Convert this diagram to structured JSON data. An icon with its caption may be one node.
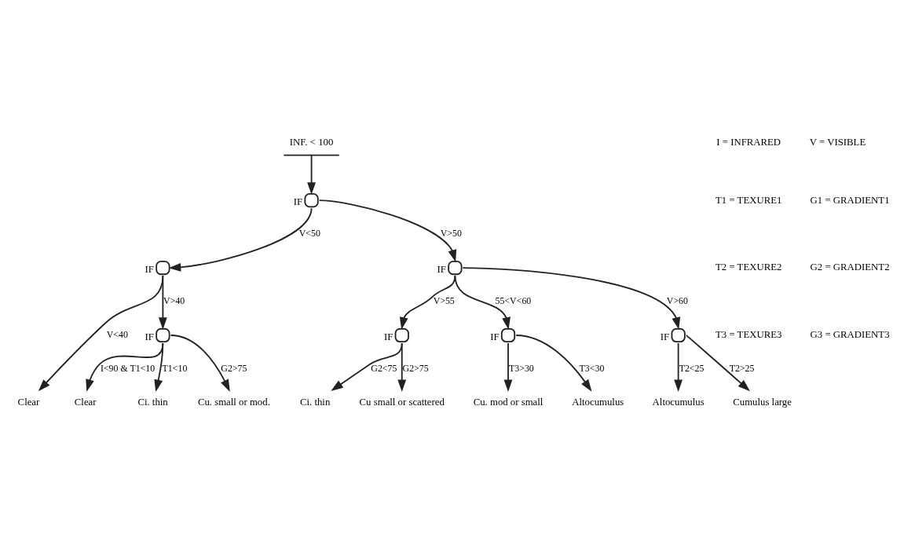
{
  "diagram": {
    "nodes": [
      {
        "text": [
          "INF. < 100"
        ]
      },
      {
        "text": [],
        "shape": "circle",
        "beside": [
          "IF"
        ]
      },
      {
        "text": [],
        "shape": "circle",
        "beside": [
          "IF"
        ]
      },
      {
        "text": [],
        "shape": "circle",
        "beside": [
          "IF"
        ]
      },
      {
        "text": [],
        "shape": "circle",
        "beside": [
          "IF"
        ]
      },
      {
        "text": [],
        "shape": "circle",
        "beside": [
          "IF"
        ]
      },
      {
        "text": [],
        "shape": "circle",
        "beside": [
          "IF"
        ]
      },
      {
        "text": [],
        "shape": "circle",
        "beside": [
          "IF"
        ]
      },
      {
        "text": [
          "Clear"
        ]
      },
      {
        "text": [
          "Clear"
        ]
      },
      {
        "text": [
          "Ci. thin"
        ]
      },
      {
        "text": [
          "Cu. small or mod."
        ]
      },
      {
        "text": [
          "Ci. thin"
        ]
      },
      {
        "text": [
          "Cu small or scattered"
        ]
      },
      {
        "text": [
          "Cu. mod or small"
        ]
      },
      {
        "text": [
          "Altocumulus"
        ]
      },
      {
        "text": [
          "Altocumulus"
        ]
      },
      {
        "text": [
          "Cumulus large"
        ]
      }
    ],
    "edges": [
      {
        "from": 0,
        "to": 1,
        "arrow": "to"
      },
      {
        "from": 1,
        "to": 2,
        "arrow": "to",
        "label": "V<50"
      },
      {
        "from": 1,
        "to": 3,
        "arrow": "to",
        "label": "V>50"
      },
      {
        "from": 2,
        "to": 8,
        "arrow": "to",
        "label": "V<40"
      },
      {
        "from": 2,
        "to": 4,
        "arrow": "to",
        "label": "V>40"
      },
      {
        "from": 3,
        "to": 5,
        "arrow": "to",
        "label": "V>55"
      },
      {
        "from": 3,
        "to": 6,
        "arrow": "to",
        "label": "55<V<60"
      },
      {
        "from": 3,
        "to": 7,
        "arrow": "to",
        "label": "V>60"
      },
      {
        "from": 4,
        "to": 9,
        "arrow": "to",
        "label": "I<90 & T1<10"
      },
      {
        "from": 4,
        "to": 10,
        "arrow": "to",
        "label": "T1<10"
      },
      {
        "from": 4,
        "to": 11,
        "arrow": "to",
        "label": "G2>75"
      },
      {
        "from": 5,
        "to": 12,
        "arrow": "to",
        "label": "G2<75"
      },
      {
        "from": 5,
        "to": 13,
        "arrow": "to",
        "label": "G2>75"
      },
      {
        "from": 6,
        "to": 14,
        "arrow": "to",
        "label": "T3>30"
      },
      {
        "from": 6,
        "to": 15,
        "arrow": "to",
        "label": "T3<30"
      },
      {
        "from": 7,
        "to": 16,
        "arrow": "to",
        "label": "T2<25"
      },
      {
        "from": 7,
        "to": 17,
        "arrow": "to",
        "label": "T2>25"
      }
    ],
    "labels": [
      "I = INFRARED",
      "V = VISIBLE",
      "T1 = TEXURE1",
      "G1 = GRADIENT1",
      "T2 = TEXURE2",
      "G2 = GRADIENT2",
      "T3 = TEXURE3",
      "G3 = GRADIENT3"
    ]
  }
}
